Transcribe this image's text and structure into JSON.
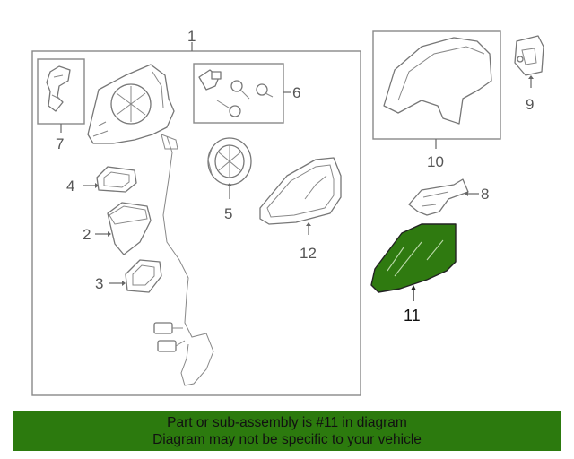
{
  "callouts": {
    "c1": "1",
    "c2": "2",
    "c3": "3",
    "c4": "4",
    "c5": "5",
    "c6": "6",
    "c7": "7",
    "c8": "8",
    "c9": "9",
    "c10": "10",
    "c11": "11",
    "c12": "12"
  },
  "banner": {
    "line1": "Part or sub-assembly is #11 in diagram",
    "line2": "Diagram may not be specific to your vehicle"
  },
  "colors": {
    "highlight_part": "#2f7a10",
    "banner_bg": "#2c7a0e"
  }
}
